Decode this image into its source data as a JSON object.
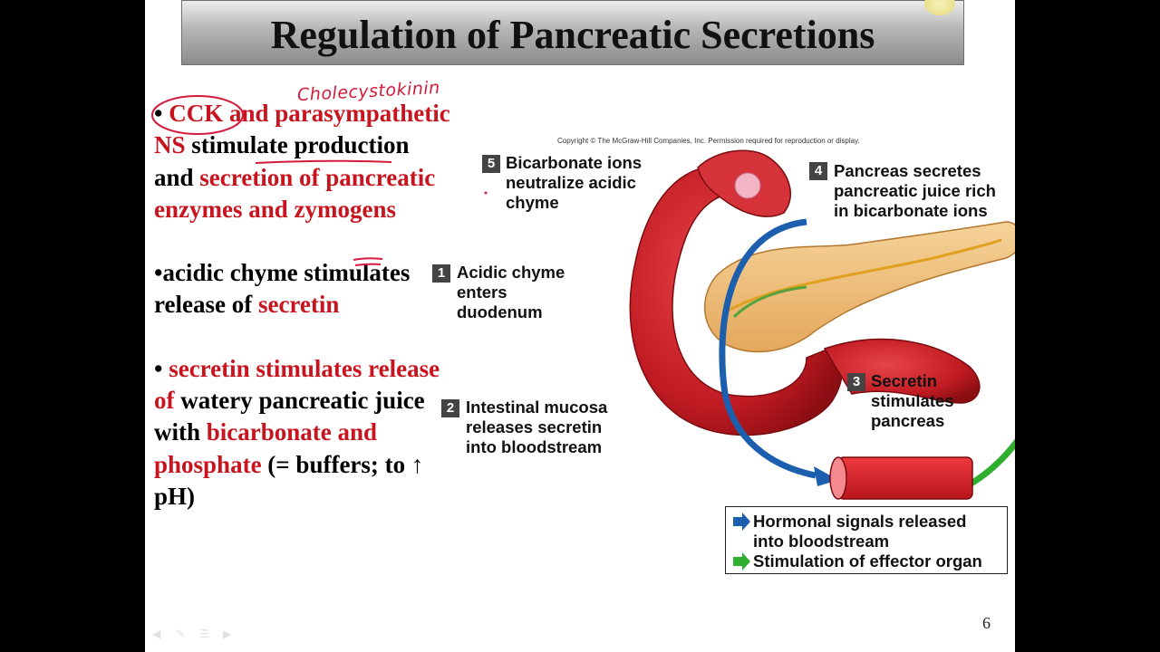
{
  "title": "Regulation of Pancreatic Secretions",
  "annotation": "Cholecystokinin",
  "bullets": {
    "b1_cck": "CCK",
    "b1_and": "and",
    "b1_ns": "parasympathetic NS",
    "b1_text": "stimulate production and",
    "b1_red": "secretion of pancreatic enzymes and zymogens",
    "b2_text": "acidic chyme stimulates release of",
    "b2_red": "secretin",
    "b3_red1": "secretin stimulates release of",
    "b3_text": "watery pancreatic juice with",
    "b3_red2": "bicarbonate and phosphate",
    "b3_tail": "(= buffers; to ↑ pH)"
  },
  "figure": {
    "copyright": "Copyright © The McGraw-Hill Companies, Inc. Permission required for reproduction or display.",
    "steps": [
      {
        "num": "1",
        "text": "Acidic chyme enters duodenum"
      },
      {
        "num": "2",
        "text": "Intestinal mucosa releases secretin into bloodstream"
      },
      {
        "num": "3",
        "text": "Secretin stimulates pancreas"
      },
      {
        "num": "4",
        "text": "Pancreas secretes pancreatic juice rich in bicarbonate ions"
      },
      {
        "num": "5",
        "text": "Bicarbonate ions neutralize acidic chyme"
      }
    ],
    "bloodstream": "Bloodstream",
    "legend": {
      "hormonal": "Hormonal signals released into bloodstream",
      "stimulation": "Stimulation of effector organ"
    },
    "colors": {
      "hormonal": "#1c5fae",
      "stimulation": "#2fae2f",
      "vessel": "#d4202a"
    }
  },
  "page_number": "6",
  "nav_icons": [
    "previous-slide-icon",
    "pen-icon",
    "menu-icon",
    "next-slide-icon"
  ]
}
